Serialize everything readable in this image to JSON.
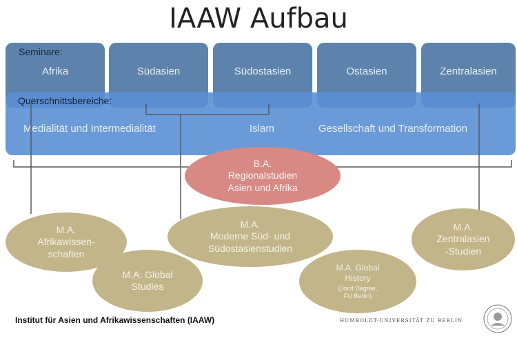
{
  "title": "IAAW Aufbau",
  "seminare": {
    "heading": "Seminare:",
    "items": [
      "Afrika",
      "Südasien",
      "Südostasien",
      "Ostasien",
      "Zentralasien"
    ]
  },
  "querschnitt": {
    "heading": "Querschnittsbereiche:",
    "items": [
      "Medialität und Intermedialität",
      "Islam",
      "Gesellschaft und Transformation"
    ]
  },
  "ba": {
    "label": "B.A.\nRegionalstudien\nAsien und Afrika"
  },
  "ma": {
    "afrika": "M.A.\nAfrikawissen-\nschaften",
    "global_studies": "M.A. Global\nStudies",
    "moderne": "M.A.\nModerne Süd- und\nSüdostasienstudien",
    "global_history_title": "M.A. Global\nHistory",
    "global_history_note": "(Joint Degree,\nFU Berlin)",
    "zentralasien": "M.A.\nZentralasien\n-Studien"
  },
  "footer": {
    "institute": "Institut für Asien und Afrikawissenschaften (IAAW)",
    "university": "HUMBOLDT-UNIVERSITÄT ZU BERLIN"
  },
  "colors": {
    "seminar": "#4f78a6",
    "querschnitt": "#5b8fd4",
    "ba": "#d98983",
    "ma": "#c2b58a",
    "lines": "#5a5a5a"
  }
}
